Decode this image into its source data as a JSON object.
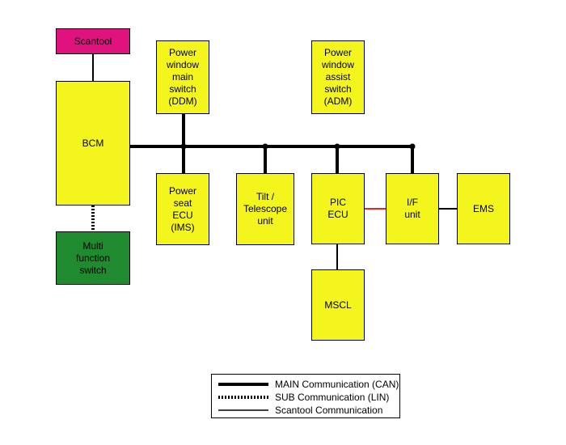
{
  "nodes": {
    "scantool": "Scantool",
    "bcm": "BCM",
    "multi_function_switch": "Multi\nfunction\nswitch",
    "power_window_main_switch": "Power\nwindow\nmain\nswitch\n(DDM)",
    "power_window_assist_switch": "Power\nwindow\nassist\nswitch\n(ADM)",
    "power_seat_ecu": "Power\nseat\nECU\n(IMS)",
    "tilt_telescope_unit": "Tilt /\nTelescope\nunit",
    "pic_ecu": "PIC\nECU",
    "if_unit": "I/F\nunit",
    "ems": "EMS",
    "mscl": "MSCL"
  },
  "legend": {
    "main": "MAIN Communication (CAN)",
    "sub": "SUB Communication (LIN)",
    "scantool": "Scantool Communication"
  },
  "colors": {
    "ecu_fill": "#f5f51e",
    "scantool_fill": "#e0137e",
    "switch_fill": "#1f8a2e",
    "link_highlight": "#e8261f"
  }
}
